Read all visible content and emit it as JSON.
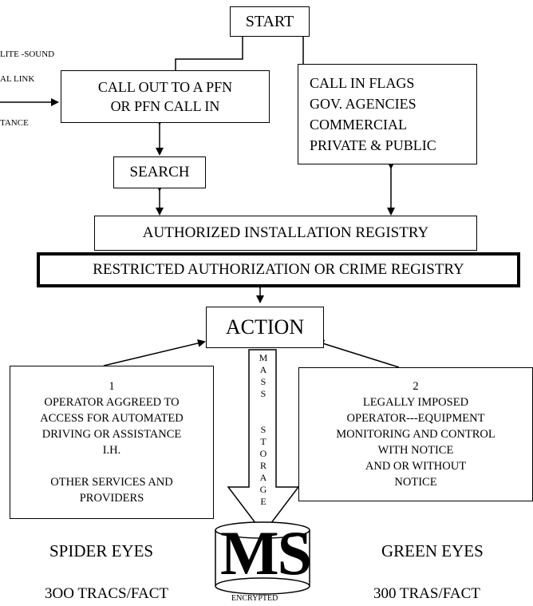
{
  "start": "START",
  "left_inputs": {
    "satellite": "LITE -SOUND",
    "link": "AL LINK",
    "distance": "TANCE"
  },
  "call_out": [
    "CALL  OUT TO A PFN",
    "OR PFN CALL IN"
  ],
  "call_in": [
    "CALL IN FLAGS",
    "GOV. AGENCIES",
    "COMMERCIAL",
    "PRIVATE & PUBLIC"
  ],
  "search": "SEARCH",
  "authorized_registry": "AUTHORIZED INSTALLATION REGISTRY",
  "restricted_registry": "RESTRICTED AUTHORIZATION OR CRIME REGISTRY",
  "action": "ACTION",
  "mass_storage_letters": [
    "M",
    "A",
    "S",
    "S",
    "",
    "S",
    "T",
    "O",
    "R",
    "A",
    "G",
    "E"
  ],
  "box1": {
    "number": "1",
    "lines": [
      "OPERATOR AGGREED TO",
      "ACCESS FOR AUTOMATED",
      "DRIVING OR ASSISTANCE",
      "I.H.",
      "",
      "OTHER SERVICES AND",
      "PROVIDERS"
    ]
  },
  "box2": {
    "number": "2",
    "lines": [
      "LEGALLY  IMPOSED",
      "OPERATOR---EQUIPMENT",
      "MONITORING AND CONTROL",
      "WITH NOTICE",
      "AND OR WITHOUT",
      "NOTICE"
    ]
  },
  "spider_eyes": "SPIDER EYES",
  "spider_tracs": "3OO TRACS/FACT",
  "green_eyes": "GREEN EYES",
  "green_tras": "300 TRAS/FACT",
  "ms_logo": "MS",
  "encrypted": "ENCRYPTED"
}
